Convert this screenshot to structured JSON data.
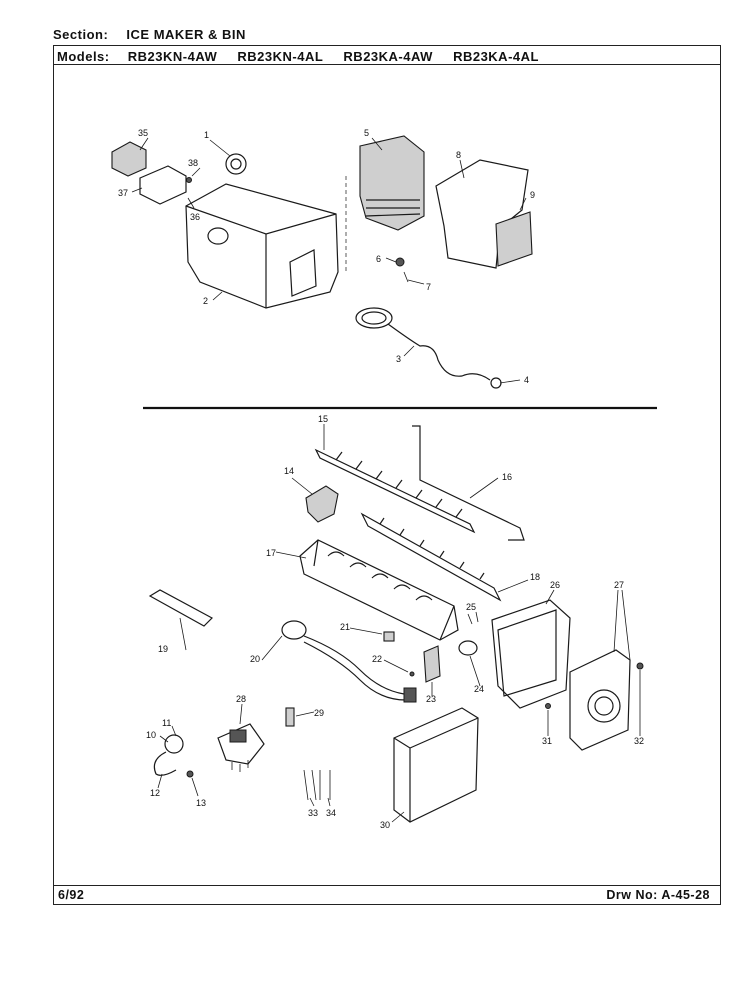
{
  "header": {
    "section_label": "Section:",
    "section_value": "ICE MAKER & BIN",
    "models_label": "Models:",
    "models": [
      "RB23KN-4AW",
      "RB23KN-4AL",
      "RB23KA-4AW",
      "RB23KA-4AL"
    ]
  },
  "footer": {
    "date": "6/92",
    "drawing_number": "Drw No: A-45-28"
  },
  "callouts": [
    "1",
    "2",
    "3",
    "4",
    "5",
    "6",
    "7",
    "8",
    "9",
    "10",
    "11",
    "12",
    "13",
    "14",
    "15",
    "16",
    "17",
    "18",
    "19",
    "20",
    "21",
    "22",
    "23",
    "24",
    "25",
    "26",
    "27",
    "28",
    "29",
    "30",
    "31",
    "32",
    "33",
    "34",
    "35",
    "36",
    "37",
    "38"
  ]
}
